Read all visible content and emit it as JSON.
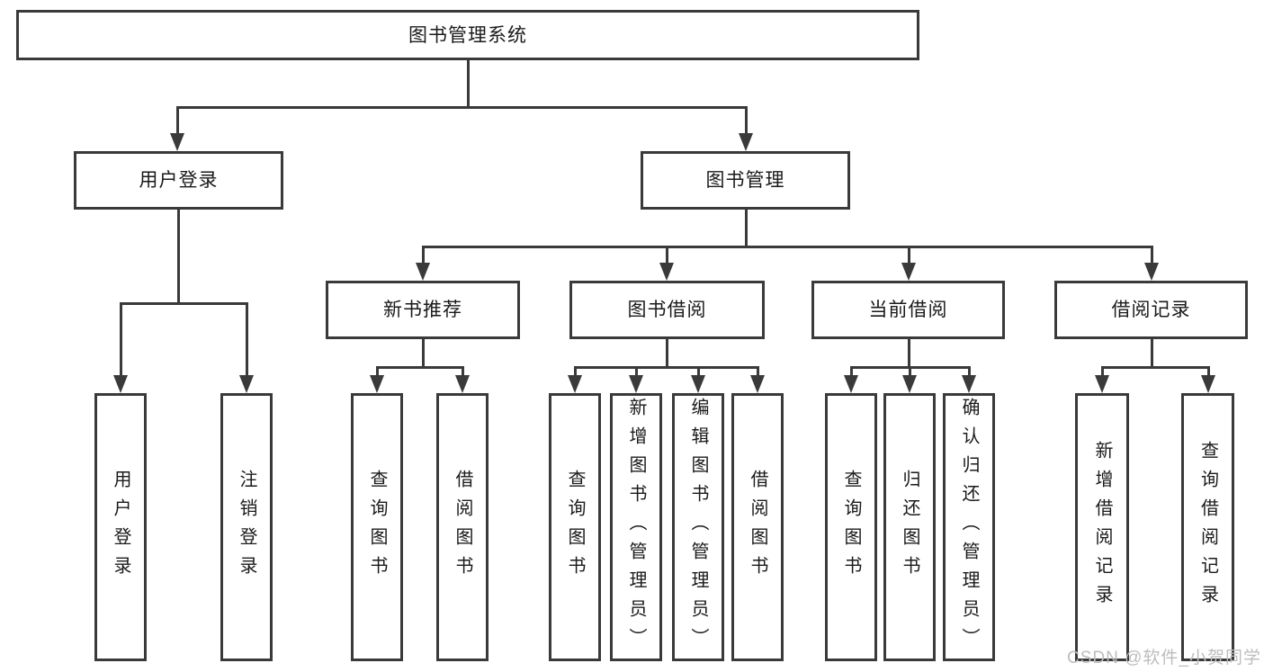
{
  "diagram": {
    "tree": {
      "label": "图书管理系统",
      "children": [
        {
          "label": "用户登录",
          "children": [
            {
              "label": "用户登录"
            },
            {
              "label": "注销登录"
            }
          ]
        },
        {
          "label": "图书管理",
          "children": [
            {
              "label": "新书推荐",
              "children": [
                {
                  "label": "查询图书"
                },
                {
                  "label": "借阅图书"
                }
              ]
            },
            {
              "label": "图书借阅",
              "children": [
                {
                  "label": "查询图书"
                },
                {
                  "label": "新增图书（管理员）"
                },
                {
                  "label": "编辑图书（管理员）"
                },
                {
                  "label": "借阅图书"
                }
              ]
            },
            {
              "label": "当前借阅",
              "children": [
                {
                  "label": "查询图书"
                },
                {
                  "label": "归还图书"
                },
                {
                  "label": "确认归还（管理员）"
                }
              ]
            },
            {
              "label": "借阅记录",
              "children": [
                {
                  "label": "新增借阅记录"
                },
                {
                  "label": "查询借阅记录"
                }
              ]
            }
          ]
        }
      ]
    },
    "watermark": {
      "text": "CSDN @软件_小贺同学"
    },
    "colors": {
      "line": "#3a3a3a",
      "text": "#1a1a1a",
      "watermark": "#bdbdbd",
      "background": "#ffffff"
    }
  }
}
